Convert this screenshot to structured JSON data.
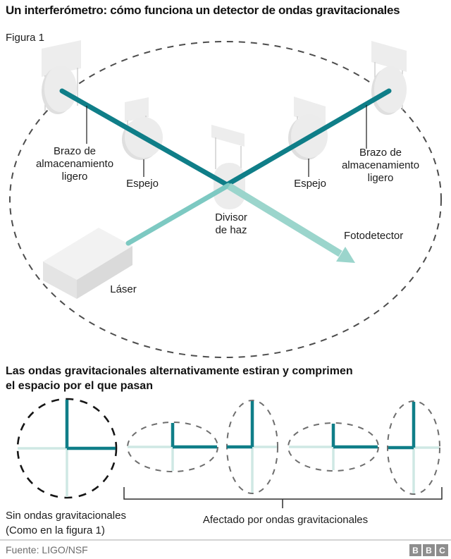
{
  "title": "Un interferómetro: cómo funciona un detector de ondas gravitacionales",
  "figure1": {
    "label": "Figura 1",
    "annotations": {
      "brazo_left": "Brazo de\nalmacenamiento\nligero",
      "espejo_left": "Espejo",
      "divisor": "Divisor\nde haz",
      "espejo_right": "Espejo",
      "brazo_right": "Brazo de\nalmacenamiento\nligero",
      "fotodetector": "Fotodetector",
      "laser": "Láser"
    }
  },
  "section2": {
    "heading": "Las ondas gravitacionales alternativamente estiran y comprimen\nel espacio por el que pasan",
    "caption_no_waves": "Sin ondas gravitacionales\n(Como en la figura 1)",
    "caption_affected": "Afectado por ondas gravitacionales"
  },
  "footer": {
    "source": "Fuente: LIGO/NSF",
    "logo_letters": [
      "B",
      "B",
      "C"
    ]
  },
  "colors": {
    "dark_teal": "#0f7e88",
    "light_teal": "#cfe8e4",
    "beam_in": "#7dc9c2",
    "beam_out": "#9bd5cc"
  }
}
